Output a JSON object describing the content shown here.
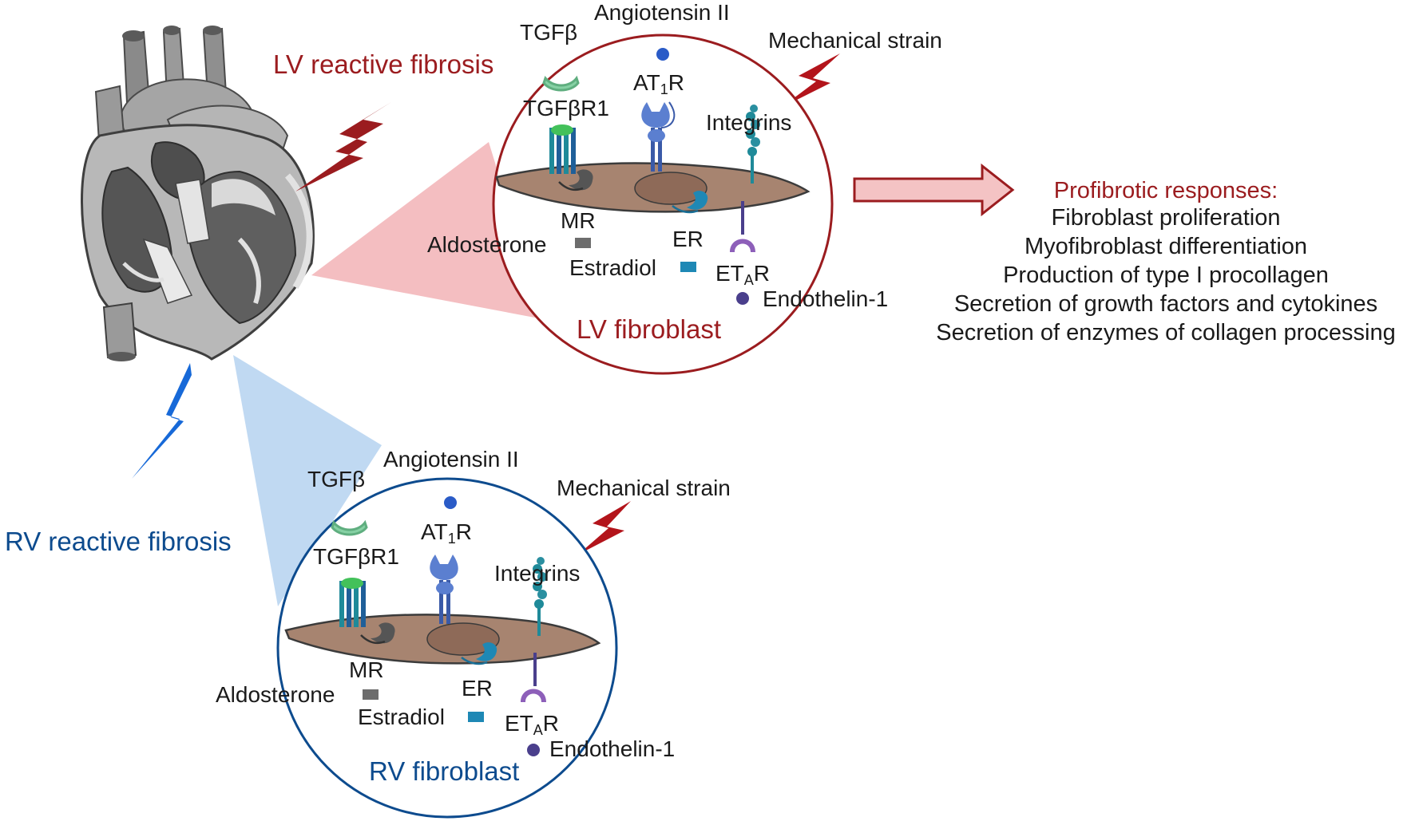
{
  "colors": {
    "lv_accent": "#9b1c1f",
    "rv_accent": "#0d4b8e",
    "lv_bolt": "#9b1c1f",
    "rv_bolt": "#1769d8",
    "cell": "#a78470",
    "nucleus": "#8e6a58",
    "tgfb": "#86d1a4",
    "receptor": "#5b7fd0",
    "integrin": "#1f8a99",
    "etar": "#8d5fb9",
    "mr": "#6d6d6d",
    "er": "#1e88b5",
    "endothelin": "#4a3f8c",
    "lv_cone": "#f2b3b6",
    "rv_cone": "#b9d5f1"
  },
  "lv": {
    "title": "LV reactive fibrosis",
    "cell_label": "LV fibroblast",
    "tgfb": "TGFβ",
    "angiotensin": "Angiotensin II",
    "mechanical": "Mechanical strain",
    "tgfbr1": "TGFβR1",
    "at1r_main": "AT",
    "at1r_sub": "1",
    "at1r_end": "R",
    "integrins": "Integrins",
    "mr": "MR",
    "aldosterone": "Aldosterone",
    "er": "ER",
    "estradiol": "Estradiol",
    "etar_main": "ET",
    "etar_sub": "A",
    "etar_end": "R",
    "endothelin": "Endothelin-1"
  },
  "rv": {
    "title": "RV reactive fibrosis",
    "cell_label": "RV fibroblast",
    "tgfb": "TGFβ",
    "angiotensin": "Angiotensin II",
    "mechanical": "Mechanical strain",
    "tgfbr1": "TGFβR1",
    "at1r_main": "AT",
    "at1r_sub": "1",
    "at1r_end": "R",
    "integrins": "Integrins",
    "mr": "MR",
    "aldosterone": "Aldosterone",
    "er": "ER",
    "estradiol": "Estradiol",
    "etar_main": "ET",
    "etar_sub": "A",
    "etar_end": "R",
    "endothelin": "Endothelin-1"
  },
  "responses": {
    "heading": "Profibrotic responses:",
    "items": [
      "Fibroblast proliferation",
      "Myofibroblast differentiation",
      "Production of  type I procollagen",
      "Secretion of growth factors and cytokines",
      "Secretion of enzymes of collagen processing"
    ]
  }
}
